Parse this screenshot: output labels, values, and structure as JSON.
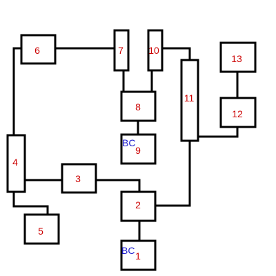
{
  "colors": {
    "line": "#000000",
    "box_fill": "#ffffff",
    "number_text": "#cc0000",
    "tag_text": "#1a1acc"
  },
  "nodes": [
    {
      "id": "1",
      "label": "1",
      "tag": "BC"
    },
    {
      "id": "2",
      "label": "2"
    },
    {
      "id": "3",
      "label": "3"
    },
    {
      "id": "4",
      "label": "4"
    },
    {
      "id": "5",
      "label": "5"
    },
    {
      "id": "6",
      "label": "6"
    },
    {
      "id": "7",
      "label": "7"
    },
    {
      "id": "8",
      "label": "8"
    },
    {
      "id": "9",
      "label": "9",
      "tag": "BC"
    },
    {
      "id": "10",
      "label": "10"
    },
    {
      "id": "11",
      "label": "11"
    },
    {
      "id": "12",
      "label": "12"
    },
    {
      "id": "13",
      "label": "13"
    }
  ],
  "connections": [
    [
      "6",
      "7"
    ],
    [
      "6",
      "4"
    ],
    [
      "4",
      "3"
    ],
    [
      "4",
      "5"
    ],
    [
      "3",
      "2"
    ],
    [
      "2",
      "1"
    ],
    [
      "2",
      "11"
    ],
    [
      "7",
      "8"
    ],
    [
      "10",
      "8"
    ],
    [
      "8",
      "9"
    ],
    [
      "10",
      "11"
    ],
    [
      "11",
      "12"
    ],
    [
      "12",
      "13"
    ]
  ]
}
